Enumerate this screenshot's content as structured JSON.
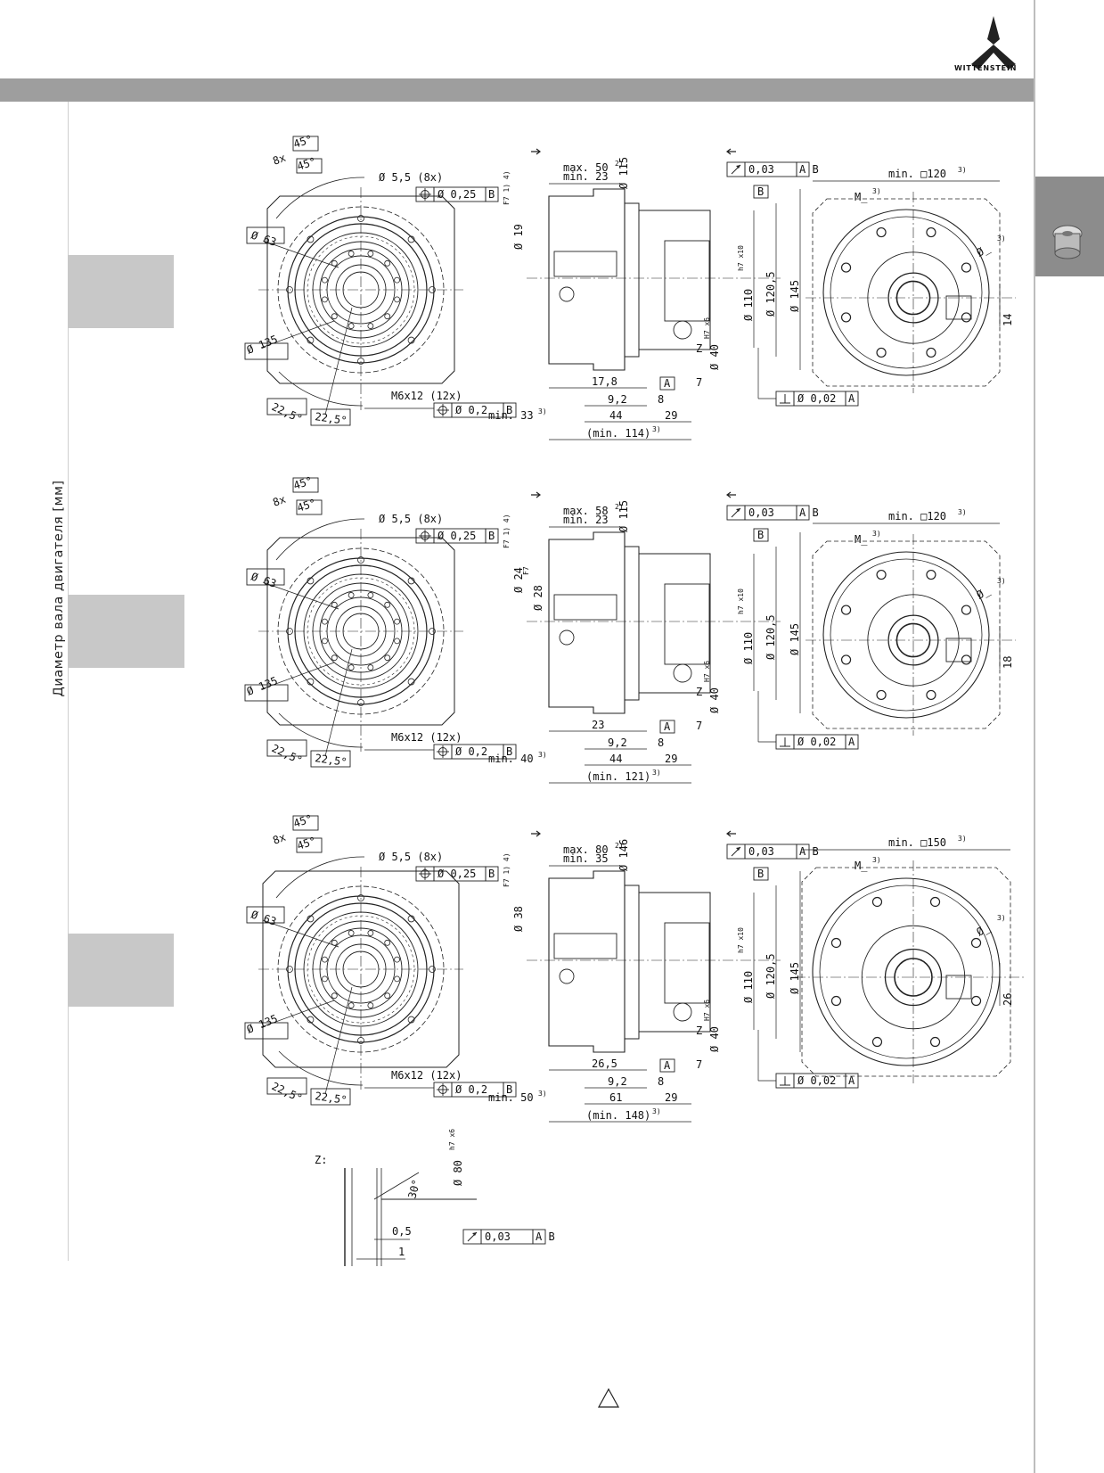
{
  "brand": {
    "name": "WITTENSTEIN"
  },
  "sidebar": {
    "vertical_label": "Диаметр вала двигателя [мм]"
  },
  "rows": [
    {
      "front": {
        "angle_8x": "8x",
        "a45": "45°",
        "a45b": "45°",
        "d63": "Ø 63",
        "d135": "Ø 135",
        "a225": "22,5°",
        "a225b": "22,5°",
        "hole_label": "Ø 5,5  (8x)",
        "hole_tol": "Ø 0,25",
        "hole_datum": "B",
        "thread_label": "M6x12  (12x)",
        "thread_tol": "Ø 0,2",
        "thread_datum": "B"
      },
      "side": {
        "max_len": "max. 50",
        "max_sup": "2)",
        "min_len": "min. 23",
        "d115": "Ø 115",
        "bore": "Ø 19",
        "bore_sup": "F7 1) 4)",
        "bore2": "",
        "bore2_sup": "",
        "runout": "0,03",
        "runout_datum": "A B",
        "datum_b": "B",
        "d110": "Ø 110",
        "d110_sup": "h7 x10",
        "d1205": "Ø 120,5",
        "d145": "Ø 145",
        "d40": "Ø 40",
        "d40_sup": "H7 x6",
        "z": "Z",
        "len1": "17,8",
        "len2": "9,2",
        "len3": "8",
        "len4": "7",
        "len5": "44",
        "len6": "29",
        "min_a": "min. 33",
        "min_a_sup": "3)",
        "total": "(min. 114)",
        "total_sup": "3)",
        "datum_a": "A",
        "perp": "Ø 0,02",
        "perp_datum": "A"
      },
      "rear": {
        "square": "min. □120",
        "square_sup": "3)",
        "m": "M_",
        "m_sup": "3)",
        "phi": "Ø_",
        "phi_sup": "3)",
        "key": "14"
      }
    },
    {
      "front": {
        "angle_8x": "8x",
        "a45": "45°",
        "a45b": "45°",
        "d63": "Ø 63",
        "d135": "Ø 135",
        "a225": "22,5°",
        "a225b": "22,5°",
        "hole_label": "Ø 5,5  (8x)",
        "hole_tol": "Ø 0,25",
        "hole_datum": "B",
        "thread_label": "M6x12  (12x)",
        "thread_tol": "Ø 0,2",
        "thread_datum": "B"
      },
      "side": {
        "max_len": "max. 58",
        "max_sup": "2)",
        "min_len": "min. 23",
        "d115": "Ø 115",
        "bore": "Ø 24",
        "bore_sup": "F7 1) 4)",
        "bore2": "Ø 28",
        "bore2_sup": "F7",
        "runout": "0,03",
        "runout_datum": "A B",
        "datum_b": "B",
        "d110": "Ø 110",
        "d110_sup": "h7 x10",
        "d1205": "Ø 120,5",
        "d145": "Ø 145",
        "d40": "Ø 40",
        "d40_sup": "H7 x6",
        "z": "Z",
        "len1": "23",
        "len2": "9,2",
        "len3": "8",
        "len4": "7",
        "len5": "44",
        "len6": "29",
        "min_a": "min. 40",
        "min_a_sup": "3)",
        "total": "(min. 121)",
        "total_sup": "3)",
        "datum_a": "A",
        "perp": "Ø 0,02",
        "perp_datum": "A"
      },
      "rear": {
        "square": "min. □120",
        "square_sup": "3)",
        "m": "M_",
        "m_sup": "3)",
        "phi": "Ø_",
        "phi_sup": "3)",
        "key": "18"
      }
    },
    {
      "front": {
        "angle_8x": "8x",
        "a45": "45°",
        "a45b": "45°",
        "d63": "Ø 63",
        "d135": "Ø 135",
        "a225": "22,5°",
        "a225b": "22,5°",
        "hole_label": "Ø 5,5  (8x)",
        "hole_tol": "Ø 0,25",
        "hole_datum": "B",
        "thread_label": "M6x12  (12x)",
        "thread_tol": "Ø 0,2",
        "thread_datum": "B"
      },
      "side": {
        "max_len": "max. 80",
        "max_sup": "2)",
        "min_len": "min. 35",
        "d115": "Ø 146",
        "bore": "Ø 38",
        "bore_sup": "F7 1) 4)",
        "bore2": "",
        "bore2_sup": "",
        "runout": "0,03",
        "runout_datum": "A B",
        "datum_b": "B",
        "d110": "Ø 110",
        "d110_sup": "h7 x10",
        "d1205": "Ø 120,5",
        "d145": "Ø 145",
        "d40": "Ø 40",
        "d40_sup": "H7 x6",
        "z": "Z",
        "len1": "26,5",
        "len2": "9,2",
        "len3": "8",
        "len4": "7",
        "len5": "61",
        "len6": "29",
        "min_a": "min. 50",
        "min_a_sup": "3)",
        "total": "(min. 148)",
        "total_sup": "3)",
        "datum_a": "A",
        "perp": "Ø 0,02",
        "perp_datum": "A"
      },
      "rear": {
        "square": "min. □150",
        "square_sup": "3)",
        "m": "M_",
        "m_sup": "3)",
        "phi": "Ø_",
        "phi_sup": "3)",
        "key": "26"
      }
    }
  ],
  "detail": {
    "label": "Z:",
    "d80": "Ø 80",
    "d80_sup": "h7 x6",
    "angle": "30°",
    "d05": "0,5",
    "d1": "1",
    "runout": "0,03",
    "runout_datum": "A B"
  }
}
